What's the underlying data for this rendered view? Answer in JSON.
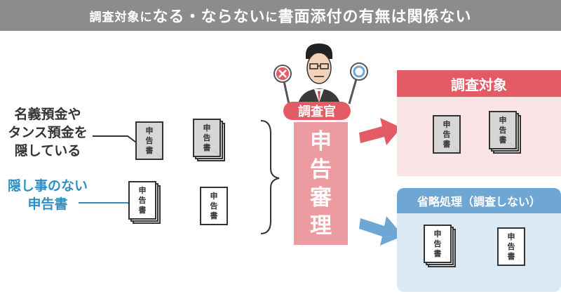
{
  "title": {
    "part1": "調査対象に",
    "part2": "なる・ならない",
    "part3": "に",
    "part4": "書面添付の有無は関係ない"
  },
  "labels": {
    "hidden_line1": "名義預金や",
    "hidden_line2": "タンス預金を",
    "hidden_line3": "隠している",
    "honest_line1": "隠し事のない",
    "honest_line2": "申告書"
  },
  "document_text": [
    "申",
    "告",
    "書"
  ],
  "examiner": {
    "label": "調査官",
    "review_chars": [
      "申",
      "告",
      "審",
      "理"
    ],
    "sign_reject": "×",
    "sign_accept": "○"
  },
  "outcomes": {
    "audit_label": "調査対象",
    "simplified_label": "省略処理（調査しない）"
  },
  "colors": {
    "red_accent": "#e35b64",
    "pink_light": "#fbe4e5",
    "blue_accent": "#6ea7d3",
    "blue_light": "#dbe9f5",
    "banner_gray": "#8c8c8c",
    "honest_text_blue": "#2f8fc4"
  }
}
